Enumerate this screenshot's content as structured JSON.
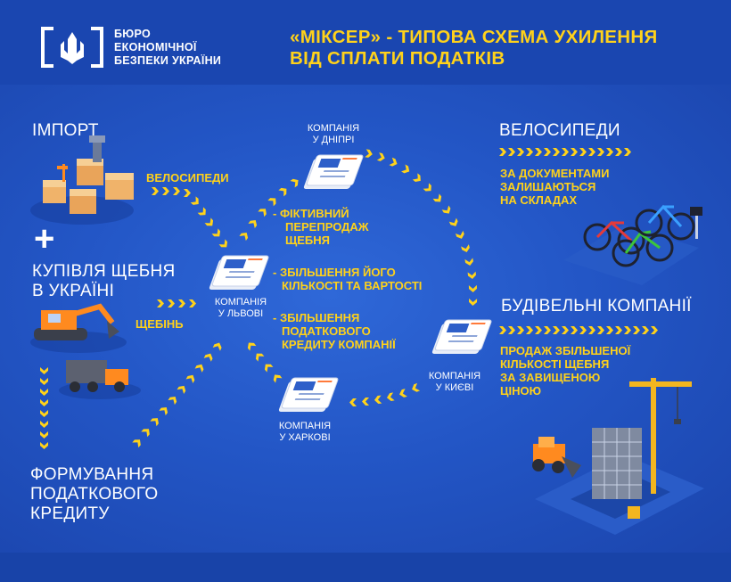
{
  "header": {
    "org_lines": [
      "БЮРО",
      "ЕКОНОМІЧНОЇ",
      "БЕЗПЕКИ УКРАЇНИ"
    ],
    "title_lines": [
      "«МІКСЕР» - ТИПОВА СХЕМА УХИЛЕННЯ",
      "ВІД СПЛАТИ ПОДАТКІВ"
    ]
  },
  "left": {
    "import_label": "ІМПОРТ",
    "bikes_label": "ВЕЛОСИПЕДИ",
    "plus": "+",
    "gravel_purchase_lines": [
      "КУПІВЛЯ ЩЕБНЯ",
      "В УКРАЇНІ"
    ],
    "gravel_label": "ЩЕБІНЬ",
    "tax_credit_lines": [
      "ФОРМУВАННЯ",
      "ПОДАТКОВОГО",
      "КРЕДИТУ"
    ]
  },
  "companies": {
    "dnipro": [
      "КОМПАНІЯ",
      "У ДНІПРІ"
    ],
    "lviv": [
      "КОМПАНІЯ",
      "У ЛЬВОВІ"
    ],
    "kyiv": [
      "КОМПАНІЯ",
      "У КИЄВІ"
    ],
    "kharkiv": [
      "КОМПАНІЯ",
      "У ХАРКОВІ"
    ]
  },
  "center_notes": {
    "note1": [
      "- ФІКТИВНИЙ",
      "ПЕРЕПРОДАЖ",
      "ЩЕБНЯ"
    ],
    "note2": [
      "- ЗБІЛЬШЕННЯ ЙОГО",
      "КІЛЬКОСТІ ТА ВАРТОСТІ"
    ],
    "note3": [
      "- ЗБІЛЬШЕННЯ",
      "ПОДАТКОВОГО",
      "КРЕДИТУ КОМПАНІЇ"
    ]
  },
  "right": {
    "bikes_title": "ВЕЛОСИПЕДИ",
    "bikes_desc": [
      "ЗА ДОКУМЕНТАМИ",
      "ЗАЛИШАЮТЬСЯ",
      "НА СКЛАДАХ"
    ],
    "builders_title": "БУДІВЕЛЬНІ КОМПАНІЇ",
    "builders_desc": [
      "ПРОДАЖ ЗБІЛЬШЕНОЇ",
      "КІЛЬКОСТІ ЩЕБНЯ",
      "ЗА ЗАВИЩЕНОЮ",
      "ЦІНОЮ"
    ]
  },
  "colors": {
    "accent_yellow": "#ffd21a",
    "background_blue": "#2356c6",
    "text_white": "#ffffff"
  }
}
